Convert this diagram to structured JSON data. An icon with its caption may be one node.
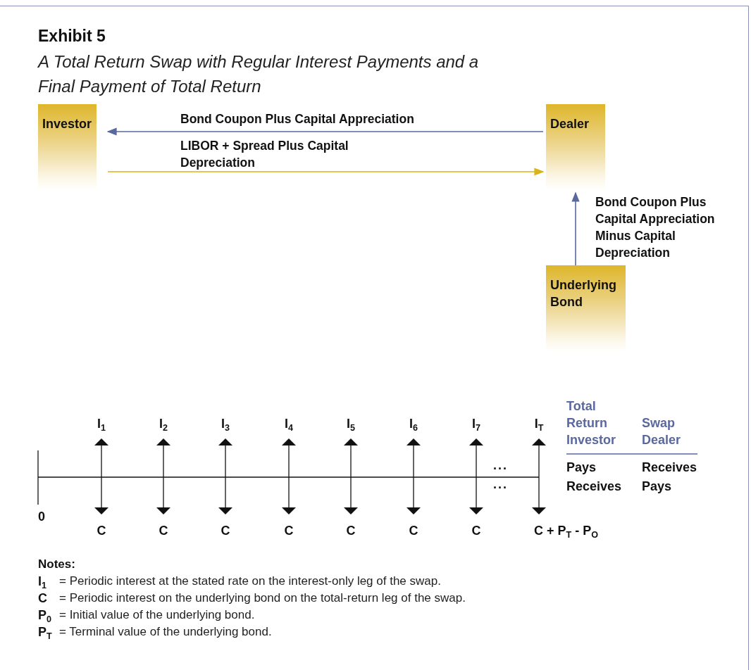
{
  "diagram": {
    "title": "Exhibit 5",
    "nodes": [
      {
        "text": [
          "Investor"
        ]
      },
      {
        "text": [
          "Dealer"
        ]
      },
      {
        "text": [
          "Underlying Bond"
        ]
      }
    ],
    "edges": [
      {
        "from": 1,
        "to": 0,
        "arrow": "to",
        "label": "Bond Coupon Plus Capital Appreciation",
        "color": "#5a68a0"
      },
      {
        "from": 0,
        "to": 1,
        "arrow": "to",
        "label": "LIBOR + Spread Plus Capital Depreciation",
        "color": "#d9b21c"
      },
      {
        "from": 2,
        "to": 1,
        "arrow": "to",
        "label": "Bond Coupon Plus Capital Appreciation Minus Capital Depreciation",
        "color": "#5a68a0"
      }
    ],
    "labels": [
      "A Total Return Swap with Regular Interest Payments and a Final Payment of Total Return",
      "I$_{1}$",
      "I$_{2}$",
      "I$_{3}$",
      "I$_{4}$",
      "I$_{5}$",
      "I$_{6}$",
      "I$_{7}$",
      "I$_{T}$",
      "Total Return Investor",
      "Swap Dealer",
      "...",
      "Pays",
      "Receives",
      "...",
      "Receives",
      "Pays",
      "0",
      "C",
      "C",
      "C",
      "C",
      "C",
      "C",
      "C",
      "C + P$_{T}$ - P$_{O}$",
      "Notes:",
      "I$_{1}$",
      "= Periodic interest at the stated rate on the interest-only leg of the swap.",
      "C",
      "= Periodic interest on the underlying bond on the total-return leg of the swap.",
      "P$_{0}$",
      "= Initial value of the underlying bond.",
      "P$_{T}$",
      "= Terminal value of the underlying bond."
    ]
  }
}
